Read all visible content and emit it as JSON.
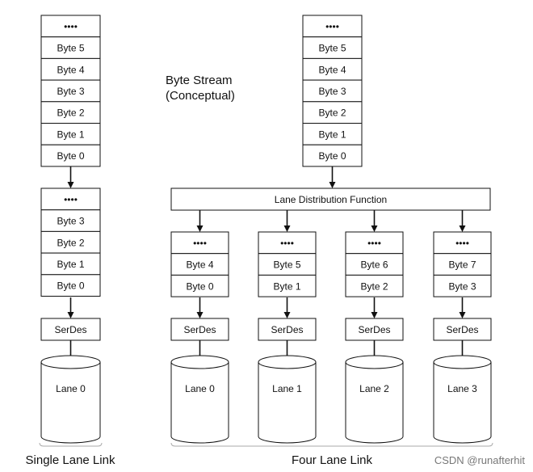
{
  "byte_stream_label": [
    "Byte Stream",
    "(Conceptual)"
  ],
  "lane_distribution_label": "Lane Distribution Function",
  "single_stream": [
    "••••",
    "Byte 5",
    "Byte 4",
    "Byte 3",
    "Byte 2",
    "Byte 1",
    "Byte 0"
  ],
  "four_stream": [
    "••••",
    "Byte 5",
    "Byte 4",
    "Byte 3",
    "Byte 2",
    "Byte 1",
    "Byte 0"
  ],
  "single_lane_buffer": [
    "••••",
    "Byte 3",
    "Byte 2",
    "Byte 1",
    "Byte 0"
  ],
  "four_lane_buffers": [
    [
      "••••",
      "Byte 4",
      "Byte 0"
    ],
    [
      "••••",
      "Byte 5",
      "Byte 1"
    ],
    [
      "••••",
      "Byte 6",
      "Byte 2"
    ],
    [
      "••••",
      "Byte 7",
      "Byte 3"
    ]
  ],
  "serdes_label": "SerDes",
  "single_lane_name": "Lane 0",
  "four_lane_names": [
    "Lane 0",
    "Lane 1",
    "Lane 2",
    "Lane 3"
  ],
  "single_link_label": "Single Lane Link",
  "four_link_label": "Four Lane Link",
  "watermark": "CSDN @runafterhit"
}
